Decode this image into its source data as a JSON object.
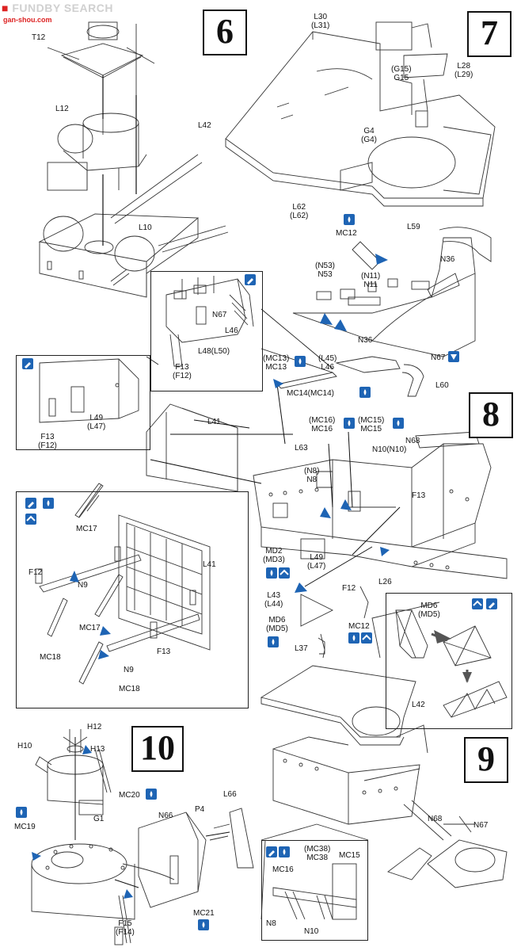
{
  "watermark": {
    "brand": "FUNDBY SEARCH",
    "site": "gan-shou.com"
  },
  "steps": {
    "s6": "6",
    "s7": "7",
    "s8": "8",
    "s9": "9",
    "s10": "10"
  },
  "step6": {
    "t12": "T12",
    "l12": "L12",
    "l10": "L10"
  },
  "step7": {
    "l30": "L30",
    "l31": "(L31)",
    "l28": "L28",
    "l29": "(L29)",
    "g15a": "(G15)",
    "g15b": "G15",
    "l42": "L42",
    "g4": "G4",
    "g4b": "(G4)",
    "l62": "L62",
    "l62b": "(L62)",
    "mc12": "MC12",
    "l59": "L59",
    "n53a": "(N53)",
    "n53b": "N53",
    "n11a": "(N11)",
    "n11b": "N11",
    "n36a": "N36",
    "n36b": "N36",
    "n67": "N67",
    "l60": "L60",
    "mc13a": "(MC13)",
    "mc13b": "MC13",
    "l45": "(L45)",
    "l46": "L46",
    "mc14": "MC14(MC14)"
  },
  "inset_n67": {
    "n67": "N67",
    "l46": "L46",
    "l48": "L48(L50)",
    "f13": "F13",
    "f12": "(F12)"
  },
  "inset_l49": {
    "l49": "L49",
    "l47": "(L47)",
    "f13": "F13",
    "f12": "(F12)"
  },
  "step8": {
    "l41": "L41",
    "l63": "L63",
    "mc16a": "(MC16)",
    "mc16b": "MC16",
    "mc15a": "(MC15)",
    "mc15b": "MC15",
    "n10": "N10(N10)",
    "n68": "N68",
    "n8a": "(N8)",
    "n8b": "N8",
    "f13": "F13",
    "md2": "MD2",
    "md3": "(MD3)",
    "l49": "L49",
    "l47": "(L47)",
    "l43": "L43",
    "l44": "(L44)",
    "f12": "F12",
    "l26": "L26",
    "md6": "MD6",
    "md5": "(MD5)",
    "mc12": "MC12",
    "l37": "L37"
  },
  "inset_md6": {
    "md6": "MD6",
    "md5": "(MD5)"
  },
  "inset_ladders": {
    "mc17a": "MC17",
    "f12": "F12",
    "n9a": "N9",
    "l41": "L41",
    "mc17b": "MC17",
    "mc18a": "MC18",
    "f13": "F13",
    "n9b": "N9",
    "mc18b": "MC18"
  },
  "step9": {
    "l42": "L42",
    "n68": "N68",
    "n67": "N67",
    "mc38a": "(MC38)",
    "mc38b": "MC38",
    "mc16": "MC16",
    "mc15": "MC15",
    "n8": "N8",
    "n10": "N10"
  },
  "step10": {
    "h12": "H12",
    "h13": "H13",
    "h10": "H10",
    "mc20": "MC20",
    "l66": "L66",
    "n66": "N66",
    "p4": "P4",
    "g1": "G1",
    "mc19": "MC19",
    "mc21": "MC21",
    "f15": "F15",
    "f14": "(F14)"
  }
}
